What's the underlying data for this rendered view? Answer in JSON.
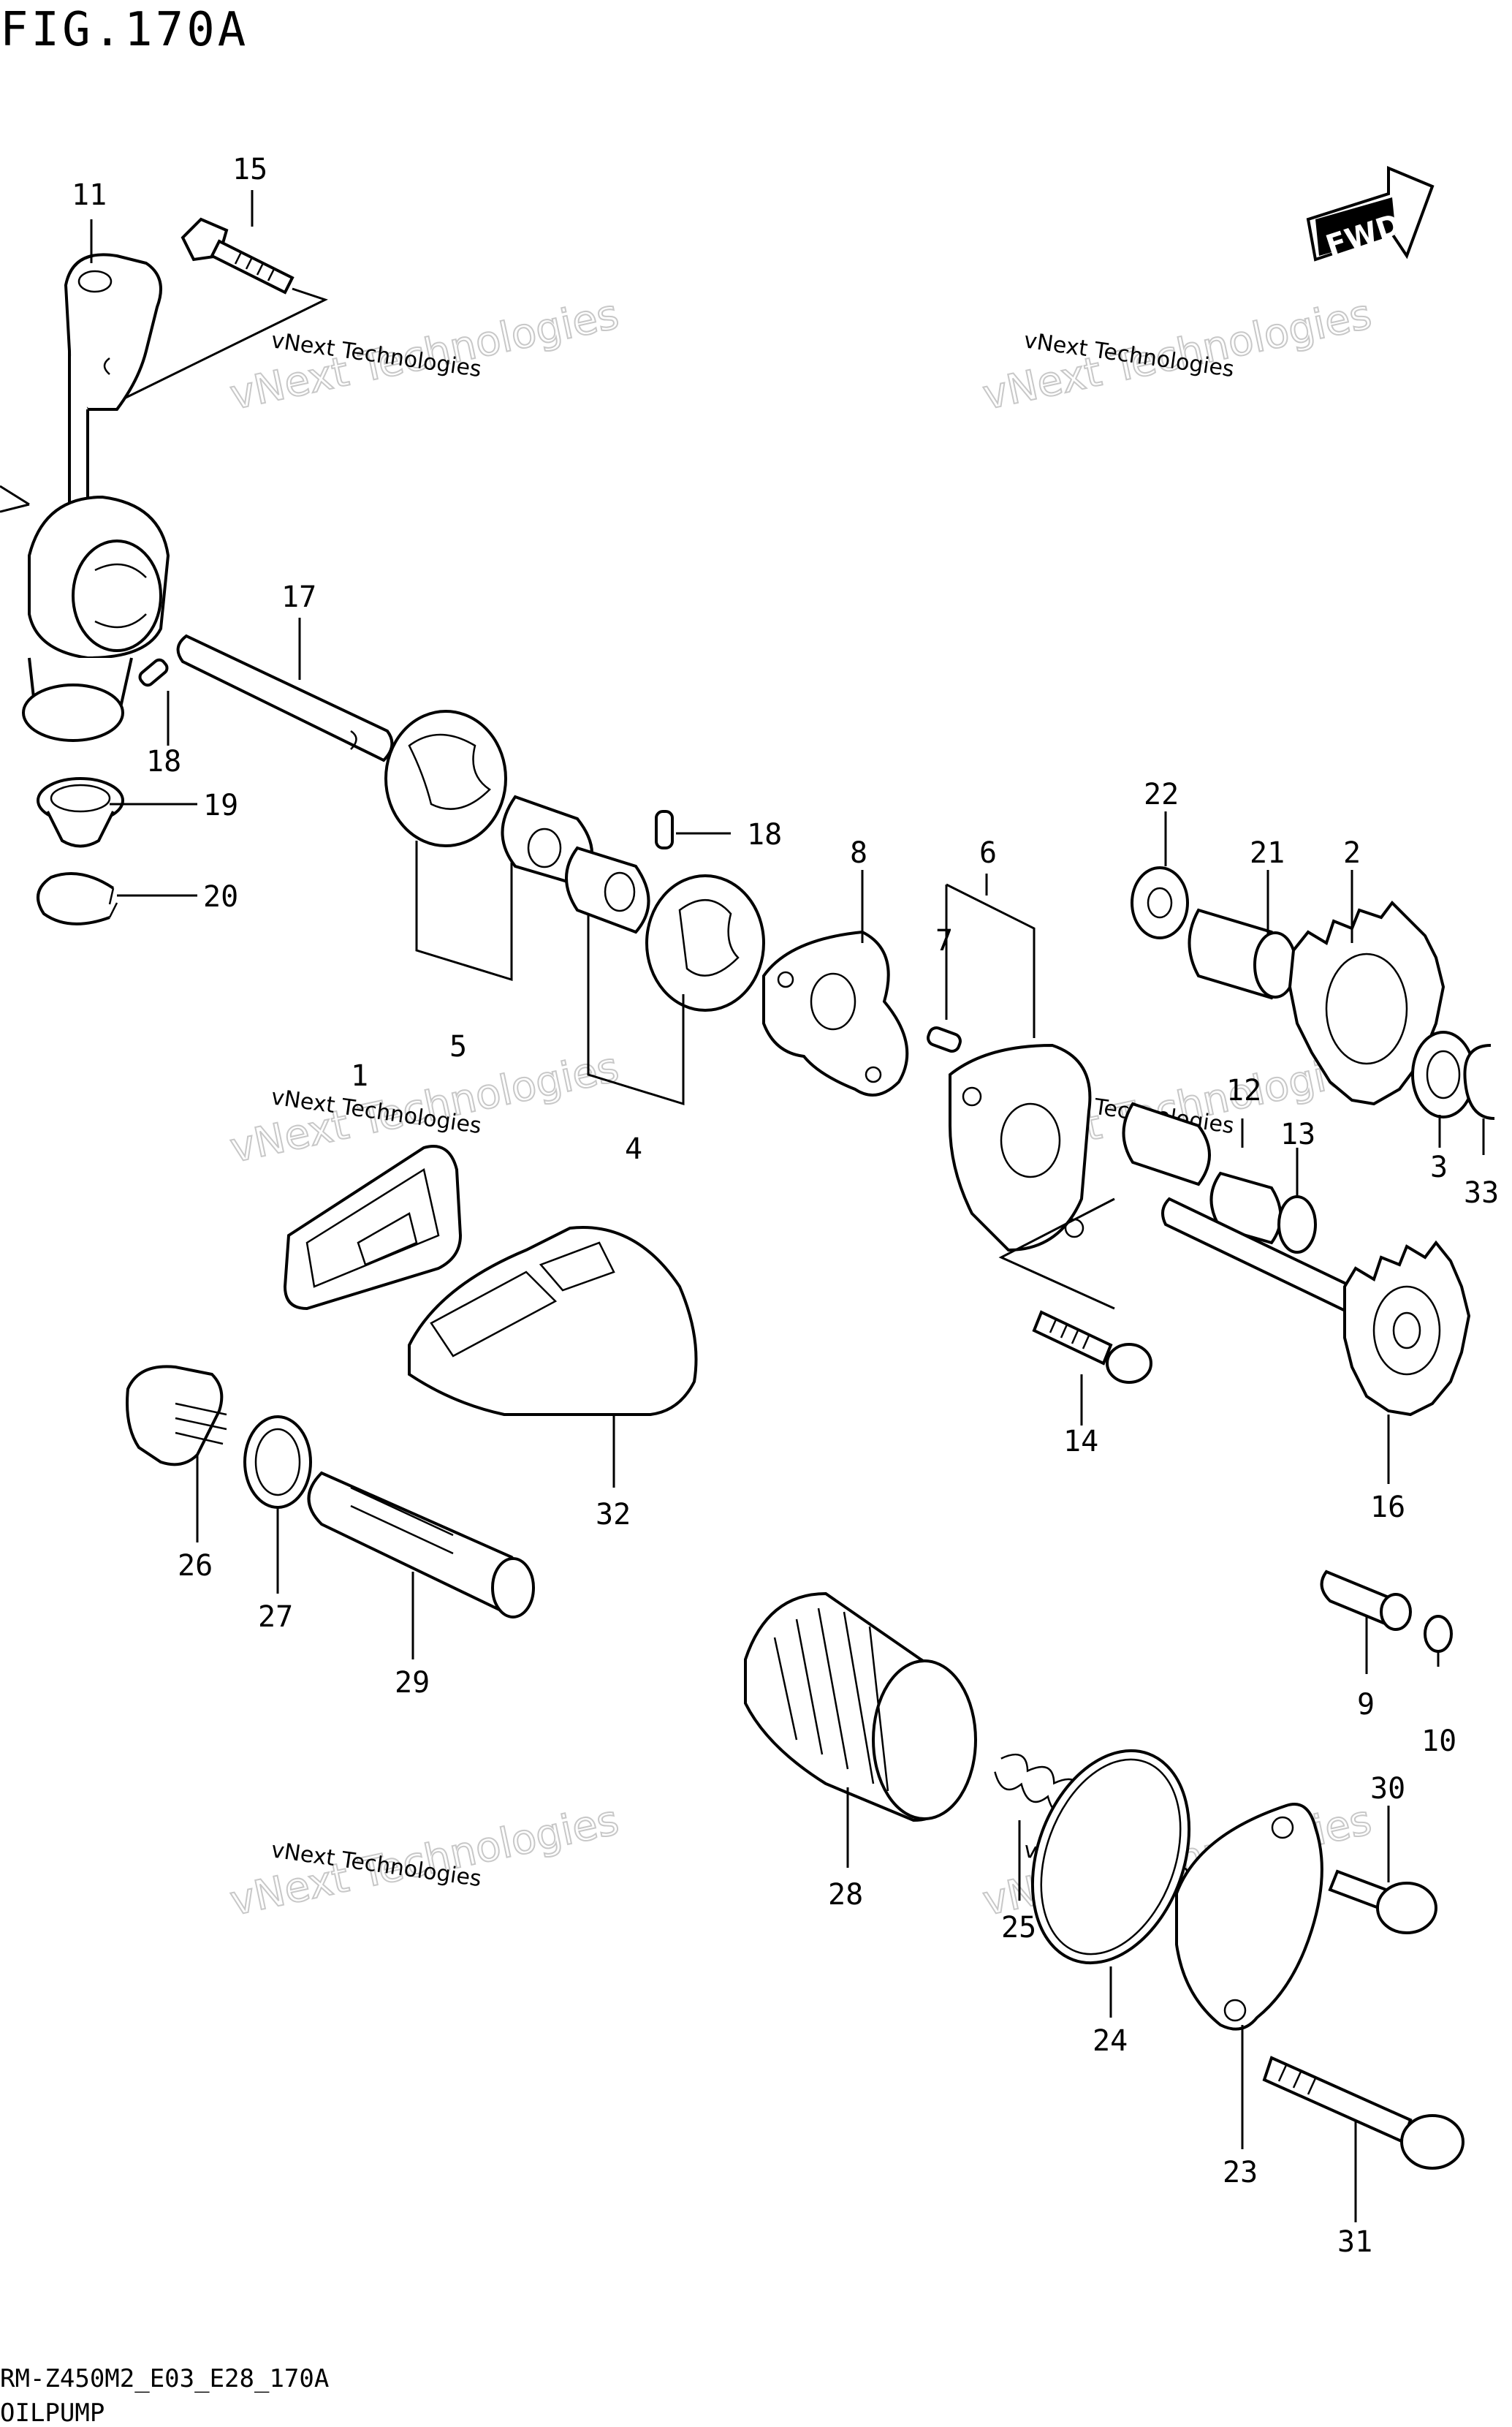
{
  "figure_title": "FIG.170A",
  "footer": {
    "code": "RM-Z450M2_E03_E28_170A",
    "section": "OILPUMP"
  },
  "fwd_label": "FWD",
  "watermark": {
    "line1": "vNext Technologies",
    "line2": "vNext Technologies"
  },
  "callouts": {
    "p1": "1",
    "p2": "2",
    "p3": "3",
    "p4": "4",
    "p5": "5",
    "p6": "6",
    "p7": "7",
    "p8": "8",
    "p9": "9",
    "p10": "10",
    "p11": "11",
    "p12": "12",
    "p13": "13",
    "p14": "14",
    "p15": "15",
    "p16": "16",
    "p17": "17",
    "p18a": "18",
    "p18b": "18",
    "p19": "19",
    "p20": "20",
    "p21": "21",
    "p22": "22",
    "p23": "23",
    "p24": "24",
    "p25": "25",
    "p26": "26",
    "p27": "27",
    "p28": "28",
    "p29": "29",
    "p30": "30",
    "p31": "31",
    "p32": "32",
    "p33": "33"
  }
}
